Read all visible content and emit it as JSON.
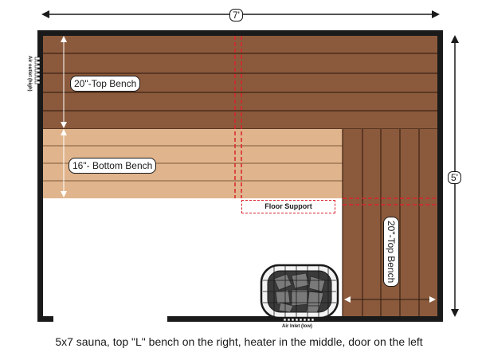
{
  "dimensions": {
    "width": "7'",
    "height": "5'"
  },
  "benches": {
    "top": "20\"-Top Bench",
    "bottom": "16\"- Bottom Bench",
    "right": "20\"-Top Bench"
  },
  "floor_support": "Floor Support",
  "vents": {
    "outlet": "Air outlet (high)",
    "inlet": "Air Inlet (low)"
  },
  "caption": "5x7 sauna, top \"L\" bench on the right, heater in the middle, door on the left",
  "colors": {
    "dark_wood": "#8b5a3c",
    "light_wood": "#e0b48c",
    "wall": "#1a1a1a",
    "support": "#d9232d"
  }
}
